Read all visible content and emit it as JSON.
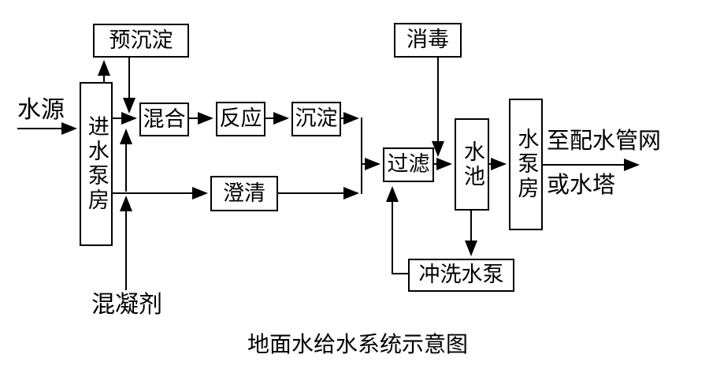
{
  "caption": "地面水给水系统示意图",
  "colors": {
    "line": "#000000",
    "text": "#000000",
    "background": "#ffffff",
    "box_fill": "#ffffff"
  },
  "nodes": {
    "pre_sedimentation": {
      "label": "预沉淀",
      "orientation": "horizontal"
    },
    "intake_pump_house": {
      "label": "进水泵房",
      "orientation": "vertical"
    },
    "mixing": {
      "label": "混合",
      "orientation": "horizontal"
    },
    "reaction": {
      "label": "反应",
      "orientation": "horizontal"
    },
    "sedimentation": {
      "label": "沉淀",
      "orientation": "horizontal"
    },
    "clarification": {
      "label": "澄清",
      "orientation": "horizontal"
    },
    "disinfection": {
      "label": "消毒",
      "orientation": "horizontal"
    },
    "filtration": {
      "label": "过滤",
      "orientation": "horizontal"
    },
    "clear_water_tank": {
      "label": "水池",
      "orientation": "vertical"
    },
    "pump_house": {
      "label": "水泵房",
      "orientation": "vertical"
    },
    "backwash_pump": {
      "label": "冲洗水泵",
      "orientation": "horizontal"
    }
  },
  "labels": {
    "water_source": "水源",
    "coagulant": "混凝剂",
    "to_distribution_network": "至配水管网",
    "or_water_tower": "或水塔"
  },
  "edges": [
    {
      "from": "water_source",
      "to": "intake_pump_house"
    },
    {
      "from": "intake_pump_house",
      "to": "pre_sedimentation"
    },
    {
      "from": "pre_sedimentation",
      "to": "mixing"
    },
    {
      "from": "intake_pump_house",
      "to": "mixing"
    },
    {
      "from": "mixing",
      "to": "reaction"
    },
    {
      "from": "reaction",
      "to": "sedimentation"
    },
    {
      "from": "sedimentation",
      "to": "filtration"
    },
    {
      "from": "intake_pump_house",
      "to": "clarification"
    },
    {
      "from": "clarification",
      "to": "filtration"
    },
    {
      "from": "coagulant",
      "to": "mixing"
    },
    {
      "from": "coagulant",
      "to": "clarification"
    },
    {
      "from": "disinfection",
      "to": "filtration"
    },
    {
      "from": "filtration",
      "to": "clear_water_tank"
    },
    {
      "from": "clear_water_tank",
      "to": "pump_house"
    },
    {
      "from": "pump_house",
      "to": "to_distribution_network_or_water_tower"
    },
    {
      "from": "clear_water_tank",
      "to": "backwash_pump"
    },
    {
      "from": "backwash_pump",
      "to": "filtration"
    }
  ]
}
